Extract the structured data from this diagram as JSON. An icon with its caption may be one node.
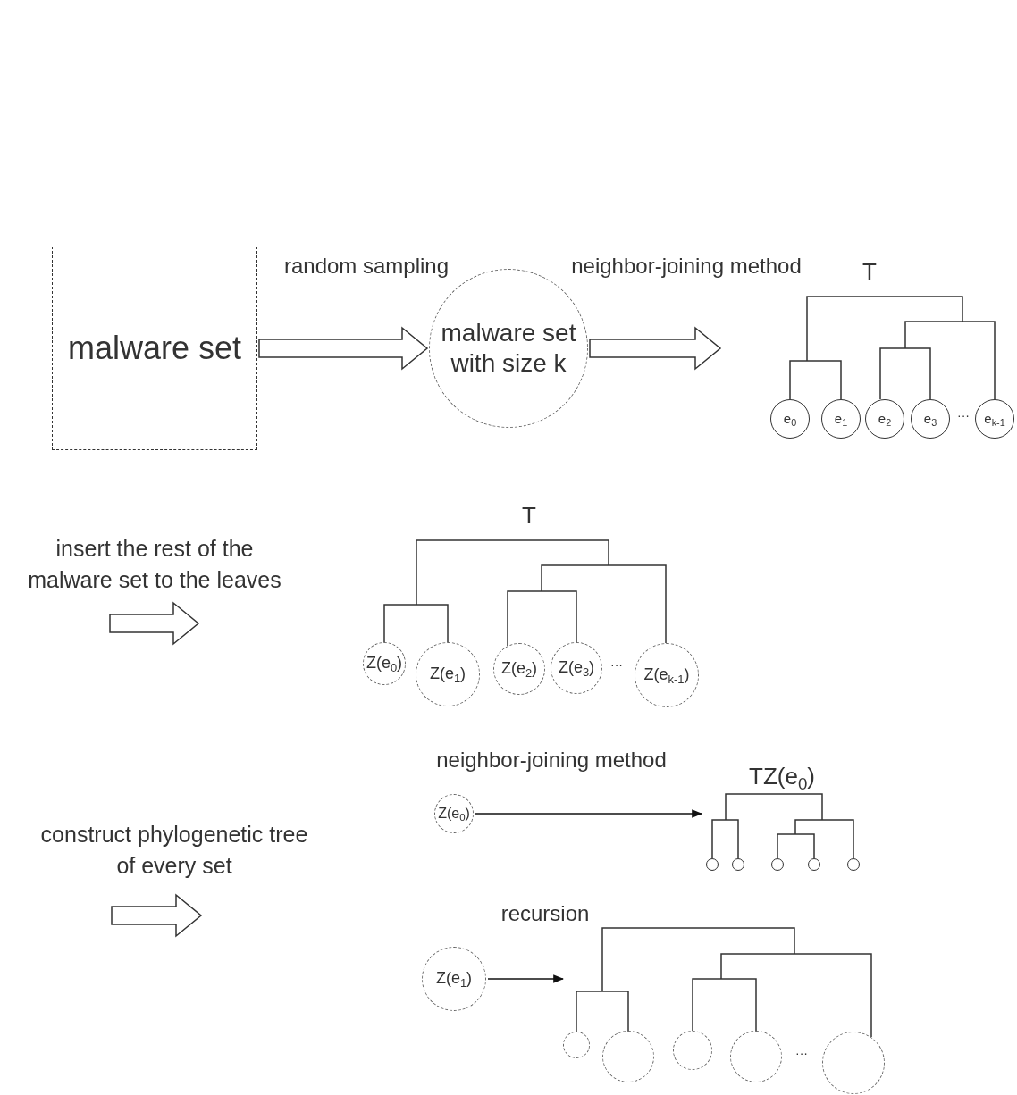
{
  "diagram": {
    "nodes": [
      {
        "text": [
          "malware set"
        ]
      },
      {
        "text": [
          "malware set with size k"
        ]
      },
      {
        "text": [
          "T"
        ]
      },
      {
        "text": [
          "e$_{0}$"
        ],
        "in": 2
      },
      {
        "text": [
          "e$_{1}$"
        ],
        "in": 2
      },
      {
        "text": [
          "e$_{2}$"
        ],
        "in": 2
      },
      {
        "text": [
          "e$_{3}$"
        ],
        "in": 2
      },
      {
        "text": [
          "e$_{k-1}$"
        ],
        "in": 2
      },
      {
        "text": [
          "T"
        ]
      },
      {
        "text": [
          "Z(e$_{0}$)"
        ],
        "in": 8
      },
      {
        "text": [
          "Z(e$_{1}$)"
        ],
        "in": 8
      },
      {
        "text": [
          "Z(e$_{2}$)"
        ],
        "in": 8
      },
      {
        "text": [
          "Z(e$_{3}$)"
        ],
        "in": 8
      },
      {
        "text": [
          "Z(e$_{k-1}$)"
        ],
        "in": 8
      },
      {
        "text": [
          "Z(e$_{0}$)"
        ]
      },
      {
        "text": [
          "TZ(e$_{0}$)"
        ]
      },
      {
        "text": [],
        "shape": "circle",
        "in": 15
      },
      {
        "text": [],
        "shape": "circle",
        "in": 15
      },
      {
        "text": [],
        "shape": "circle",
        "in": 15
      },
      {
        "text": [],
        "shape": "circle",
        "in": 15
      },
      {
        "text": [],
        "shape": "circle",
        "in": 15
      },
      {
        "text": [
          "Z(e$_{1}$)"
        ]
      },
      {
        "text": [],
        "shape": "picture"
      },
      {
        "text": [],
        "shape": "circle",
        "in": 22
      },
      {
        "text": [],
        "shape": "circle",
        "in": 22
      },
      {
        "text": [],
        "shape": "circle",
        "in": 22
      },
      {
        "text": [],
        "shape": "circle",
        "in": 22
      },
      {
        "text": [],
        "shape": "circle",
        "in": 22
      }
    ],
    "edges": [
      {
        "from": 0,
        "to": 1,
        "arrow": "to",
        "label": "random sampling",
        "style": "thick"
      },
      {
        "from": 1,
        "to": 2,
        "arrow": "to",
        "label": "neighbor-joining method",
        "style": "thick"
      },
      {
        "from": 14,
        "to": 15,
        "arrow": "to",
        "label": "neighbor-joining method"
      },
      {
        "from": 21,
        "to": 22,
        "arrow": "to",
        "label": "recursion"
      }
    ],
    "labels": [
      "···",
      "insert the rest of the malware set to the leaves",
      "···",
      "construct phylogenetic tree of every set",
      "···"
    ]
  }
}
